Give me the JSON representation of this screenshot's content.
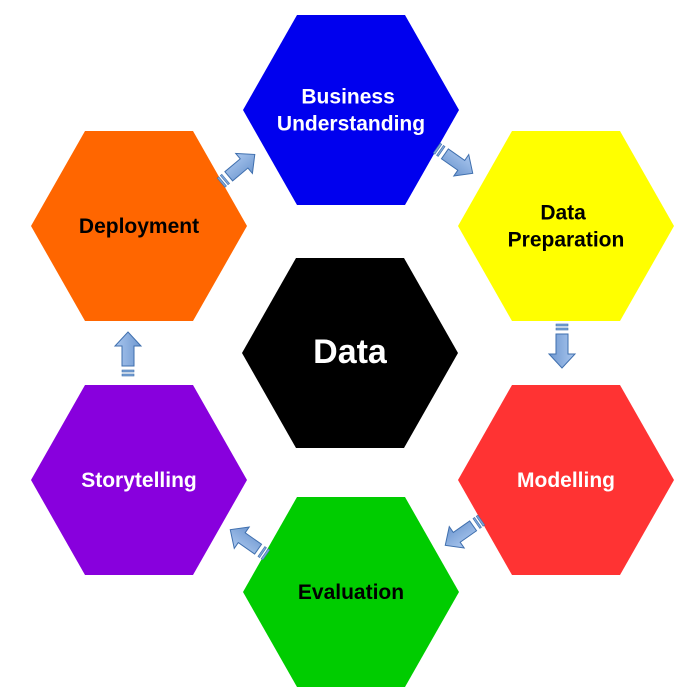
{
  "center": {
    "label": "Data",
    "color": "#000000",
    "text_color": "#ffffff"
  },
  "stages": [
    {
      "id": "business-understanding",
      "lines": [
        "Business",
        "Understanding"
      ],
      "color": "#0000ee",
      "text_color": "#ffffff"
    },
    {
      "id": "data-preparation",
      "lines": [
        "Data",
        "Preparation"
      ],
      "color": "#ffff00",
      "text_color": "#000000"
    },
    {
      "id": "modelling",
      "lines": [
        "Modelling"
      ],
      "color": "#ff3333",
      "text_color": "#ffffff"
    },
    {
      "id": "evaluation",
      "lines": [
        "Evaluation"
      ],
      "color": "#00cc00",
      "text_color": "#000000"
    },
    {
      "id": "storytelling",
      "lines": [
        "Storytelling"
      ],
      "color": "#8800dd",
      "text_color": "#ffffff"
    },
    {
      "id": "deployment",
      "lines": [
        "Deployment"
      ],
      "color": "#ff6600",
      "text_color": "#000000"
    }
  ],
  "arrow_color": "#7ea6d8",
  "arrow_outline": "#3f6fae"
}
